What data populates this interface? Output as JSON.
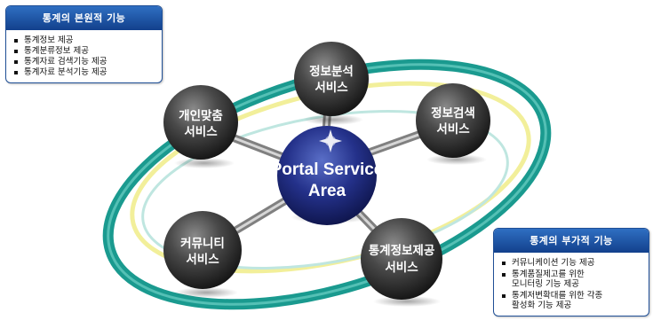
{
  "hub": {
    "line1": "Portal Service",
    "line2": "Area"
  },
  "services": [
    {
      "id": "info-analysis",
      "line1": "정보분석",
      "line2": "서비스"
    },
    {
      "id": "personal",
      "line1": "개인맞춤",
      "line2": "서비스"
    },
    {
      "id": "info-search",
      "line1": "정보검색",
      "line2": "서비스"
    },
    {
      "id": "community",
      "line1": "커뮤니티",
      "line2": "서비스"
    },
    {
      "id": "stat-provision",
      "line1": "통계정보제공",
      "line2": "서비스"
    }
  ],
  "core_functions": {
    "title": "통계의 본원적 기능",
    "items": [
      "통계정보 제공",
      "통계분류정보 제공",
      "통계자료 검색기능 제공",
      "통계자료 분석기능 제공"
    ]
  },
  "extra_functions": {
    "title": "통계의 부가적 기능",
    "items": [
      [
        "커뮤니케이션 기능 제공"
      ],
      [
        "통계품질제고를 위한",
        "모니터링 기능 제공"
      ],
      [
        "통계저변확대를 위한 각종",
        "활성화 기능 제공"
      ]
    ]
  },
  "colors": {
    "ring_teal": "#1a9a8f",
    "ring_yellow": "#f2ef9a",
    "hub": "#1e2a78",
    "ball": "#4a4a4a",
    "box_header": "#1f4f96"
  }
}
